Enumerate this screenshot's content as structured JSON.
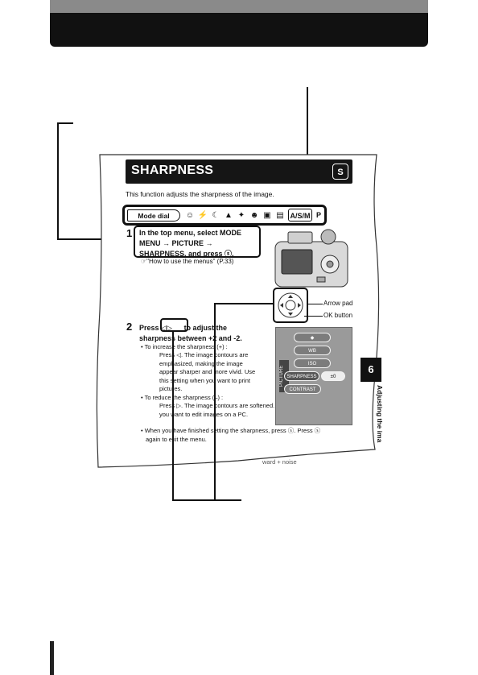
{
  "page": {
    "title": "SHARPNESS",
    "title_icon": "sharpness-mode-icon",
    "intro": "This function adjusts the sharpness of the image."
  },
  "mode_dial": {
    "label": "Mode dial",
    "icons": [
      "portrait-icon",
      "sports-icon",
      "night-portrait-icon",
      "landscape-icon",
      "night-scene-icon",
      "self-portrait-icon",
      "movie-icon",
      "my-mode-icon"
    ],
    "modes": [
      "A/S/M",
      "P"
    ]
  },
  "step1": {
    "number": "1",
    "lines": [
      "In the top menu, select MODE",
      "MENU → PICTURE →",
      "SHARPNESS, and press ⓢ."
    ],
    "reference": "\"How to use the menus\" (P.33)"
  },
  "callouts": {
    "arrow_pad": "Arrow pad",
    "ok_button": "OK button"
  },
  "step2": {
    "number": "2",
    "line1_a": "Press",
    "line1_b": "to adjust the",
    "line2": "sharpness between +2 and -2.",
    "bullets": [
      {
        "head": "• To increase the sharpness (+) :",
        "body": [
          "Press ◁. The image contours are",
          "emphasized, making the image",
          "appear sharper and more vivid. Use",
          "this setting when you want to print",
          "pictures."
        ]
      },
      {
        "head": "• To reduce the sharpness (–) :",
        "body": [
          "Press ▷. The image contours are softened. Use this setting when",
          "you want to edit images on a PC."
        ]
      }
    ],
    "finish": [
      "• When you have finished setting the sharpness, press ⓢ. Press ⓢ",
      "again to exit the menu."
    ]
  },
  "lcd": {
    "side_label": "PICTURE",
    "rows": [
      "WB",
      "ISO",
      "SHARPNESS",
      "CONTRAST"
    ],
    "value": "±0"
  },
  "side_tab": {
    "chapter": "6",
    "text": "Adjusting the ima"
  },
  "footer_fragment": "ward +  noise"
}
